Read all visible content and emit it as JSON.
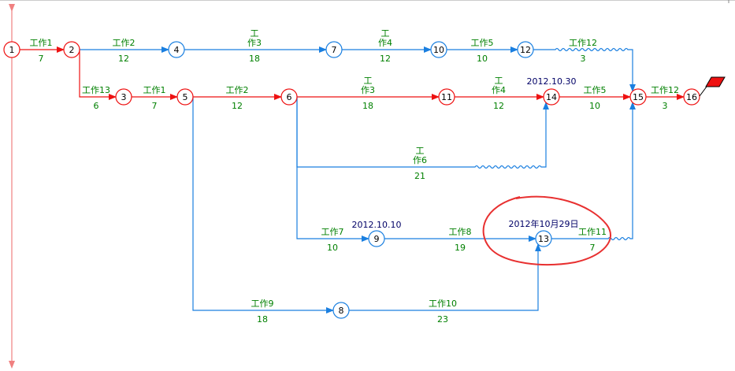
{
  "colors": {
    "critical": "#ee1111",
    "normal": "#1a7fe0",
    "label": "#008000",
    "date": "#000066",
    "axis": "#f08080",
    "annotation": "#e83030"
  },
  "nodes": [
    {
      "id": "1",
      "label": "1",
      "critical": true
    },
    {
      "id": "2",
      "label": "2",
      "critical": true
    },
    {
      "id": "3",
      "label": "3",
      "critical": true
    },
    {
      "id": "4",
      "label": "4",
      "critical": false
    },
    {
      "id": "5",
      "label": "5",
      "critical": true
    },
    {
      "id": "6",
      "label": "6",
      "critical": true
    },
    {
      "id": "7",
      "label": "7",
      "critical": false
    },
    {
      "id": "8",
      "label": "8",
      "critical": false
    },
    {
      "id": "9",
      "label": "9",
      "critical": false
    },
    {
      "id": "10",
      "label": "10",
      "critical": false
    },
    {
      "id": "11",
      "label": "11",
      "critical": true
    },
    {
      "id": "12",
      "label": "12",
      "critical": false
    },
    {
      "id": "13",
      "label": "13",
      "critical": false
    },
    {
      "id": "14",
      "label": "14",
      "critical": true
    },
    {
      "id": "15",
      "label": "15",
      "critical": true
    },
    {
      "id": "16",
      "label": "16",
      "critical": true
    }
  ],
  "activities": [
    {
      "id": "a1",
      "work": "工作1",
      "duration": "7",
      "from": "1",
      "to": "2",
      "critical": true
    },
    {
      "id": "a2",
      "work": "工作2",
      "duration": "12",
      "from": "2",
      "to": "4",
      "critical": false
    },
    {
      "id": "a3",
      "work": "工\n作3",
      "duration": "18",
      "from": "4",
      "to": "7",
      "critical": false
    },
    {
      "id": "a4",
      "work": "工\n作4",
      "duration": "12",
      "from": "7",
      "to": "10",
      "critical": false
    },
    {
      "id": "a5",
      "work": "工作5",
      "duration": "10",
      "from": "10",
      "to": "12",
      "critical": false
    },
    {
      "id": "a6",
      "work": "工作12",
      "duration": "3",
      "from": "12",
      "to": "15",
      "critical": false
    },
    {
      "id": "a7",
      "work": "工作13",
      "duration": "6",
      "from": "2",
      "to": "3",
      "critical": true
    },
    {
      "id": "a8",
      "work": "工作1",
      "duration": "7",
      "from": "3",
      "to": "5",
      "critical": true
    },
    {
      "id": "a9",
      "work": "工作2",
      "duration": "12",
      "from": "5",
      "to": "6",
      "critical": true
    },
    {
      "id": "a10",
      "work": "工\n作3",
      "duration": "18",
      "from": "6",
      "to": "11",
      "critical": true
    },
    {
      "id": "a11",
      "work": "工\n作4",
      "duration": "12",
      "from": "11",
      "to": "14",
      "critical": true
    },
    {
      "id": "a12",
      "work": "工作5",
      "duration": "10",
      "from": "14",
      "to": "15",
      "critical": true
    },
    {
      "id": "a13",
      "work": "工作12",
      "duration": "3",
      "from": "15",
      "to": "16",
      "critical": true
    },
    {
      "id": "a14",
      "work": "工\n作6",
      "duration": "21",
      "from": "6",
      "to": "14",
      "critical": false
    },
    {
      "id": "a15",
      "work": "工作7",
      "duration": "10",
      "from": "6",
      "to": "9",
      "critical": false
    },
    {
      "id": "a16",
      "work": "工作8",
      "duration": "19",
      "from": "9",
      "to": "13",
      "critical": false
    },
    {
      "id": "a17",
      "work": "工作11",
      "duration": "7",
      "from": "13",
      "to": "15",
      "critical": false
    },
    {
      "id": "a18",
      "work": "工作9",
      "duration": "18",
      "from": "5",
      "to": "8",
      "critical": false
    },
    {
      "id": "a19",
      "work": "工作10",
      "duration": "23",
      "from": "8",
      "to": "13",
      "critical": false
    }
  ],
  "dates": {
    "node14": "2012.10.30",
    "node9": "2012.10.10",
    "node13": "2012年10月29日"
  },
  "icons": {
    "finish": "finish-flag-icon"
  }
}
